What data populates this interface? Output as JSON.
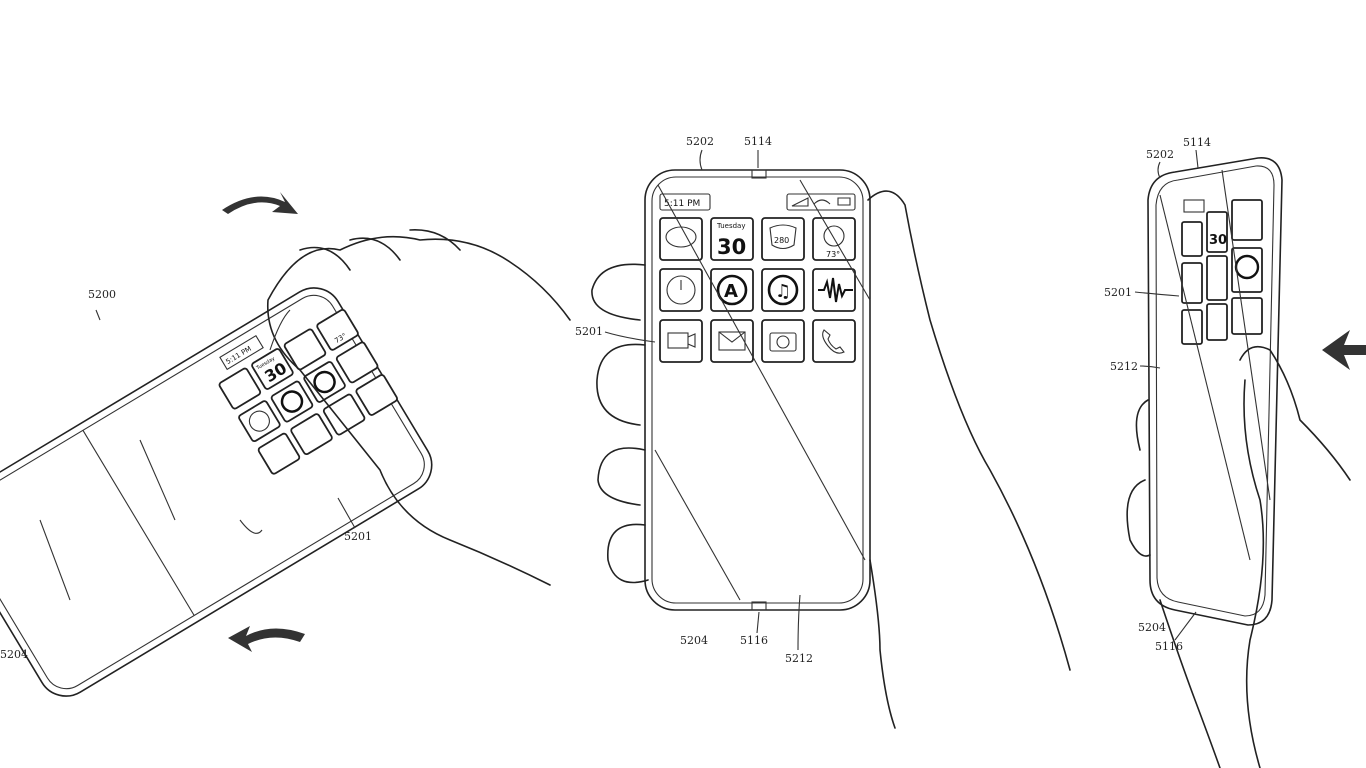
{
  "figure": {
    "left_view": {
      "refs": {
        "device": "5200",
        "grid": "5201",
        "edge": "5204"
      },
      "status_time": "5:11 PM",
      "calendar_day": "Tuesday",
      "calendar_date": "30",
      "weather_temp": "73°"
    },
    "center_view": {
      "refs": {
        "top_edge": "5202",
        "sensor_top": "5114",
        "grid": "5201",
        "bottom_edge": "5204",
        "sensor_bottom": "5116",
        "screen": "5212"
      },
      "status_time": "5:11 PM",
      "calendar_day": "Tuesday",
      "calendar_date": "30",
      "highway_sign": "280",
      "weather_temp": "73°",
      "icons": [
        "messages-icon",
        "calendar-icon",
        "maps-icon",
        "weather-icon",
        "clock-icon",
        "app-store-icon",
        "music-icon",
        "voice-memo-icon",
        "video-icon",
        "mail-icon",
        "camera-icon",
        "phone-icon"
      ]
    },
    "right_view": {
      "refs": {
        "top_edge": "5202",
        "sensor_top": "5114",
        "grid": "5201",
        "screen": "5212",
        "bottom_edge": "5204",
        "sensor_bottom": "5116"
      },
      "calendar_date": "30"
    },
    "colors": {
      "line": "#222222",
      "background": "#ffffff"
    }
  }
}
